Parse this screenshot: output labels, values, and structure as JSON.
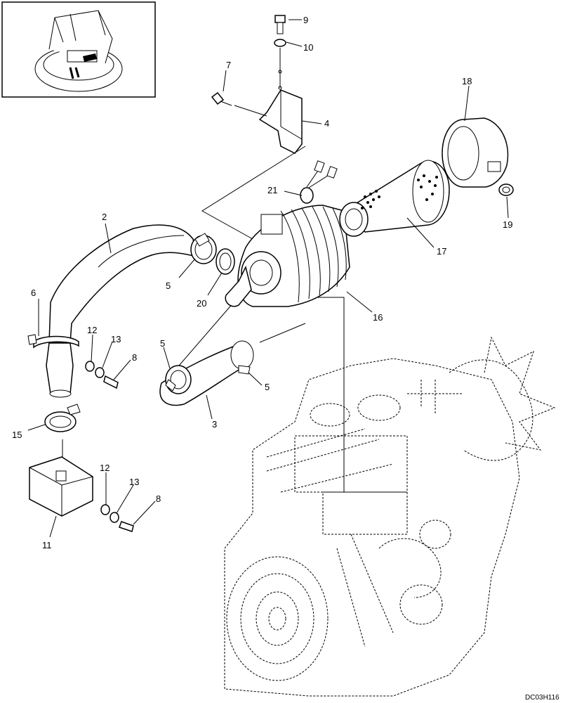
{
  "diagram": {
    "drawing_code": "DC03H116",
    "callouts": {
      "p2": "2",
      "p3": "3",
      "p4": "4",
      "p5a": "5",
      "p5b": "5",
      "p5c": "5",
      "p6": "6",
      "p7": "7",
      "p8a": "8",
      "p8b": "8",
      "p9": "9",
      "p10": "10",
      "p11": "11",
      "p12a": "12",
      "p12b": "12",
      "p13a": "13",
      "p13b": "13",
      "p15": "15",
      "p16": "16",
      "p17": "17",
      "p18": "18",
      "p19": "19",
      "p20": "20",
      "p21": "21"
    }
  }
}
